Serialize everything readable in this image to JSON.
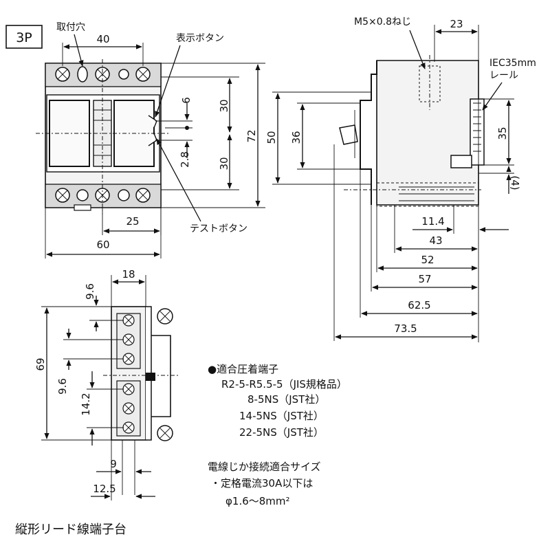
{
  "model_badge": "3P",
  "labels": {
    "mounting_hole": "取付穴",
    "indicator_button": "表示ボタン",
    "test_button": "テストボタン",
    "screw_spec": "M5×0.8ねじ",
    "rail_line1": "IEC35mm",
    "rail_line2": "レール",
    "terminal_title": "縦形リード線端子台"
  },
  "dims_front": {
    "d40": "40",
    "d6": "6",
    "d30a": "30",
    "d30b": "30",
    "d72": "72",
    "d28": "2.8",
    "d25": "25",
    "d60": "60",
    "d50": "50"
  },
  "dims_side": {
    "d23": "23",
    "d36": "36",
    "d35": "35",
    "d4": "(4)",
    "d114": "11.4",
    "d43": "43",
    "d52": "52",
    "d57": "57",
    "d625": "62.5",
    "d735": "73.5"
  },
  "dims_terminal": {
    "d18": "18",
    "d96a": "9.6",
    "d69": "69",
    "d96b": "9.6",
    "d142": "14.2",
    "d9": "9",
    "d125": "12.5"
  },
  "notes": {
    "terminals_heading": "●適合圧着端子",
    "terminals": [
      "R2-5-R5.5-5（JIS規格品）",
      "8-5NS（JST社）",
      "14-5NS（JST社）",
      "22-5NS（JST社）"
    ],
    "wire_heading": "電線じか接続適合サイズ",
    "wire_line1": "・定格電流30A以下は",
    "wire_line2": "φ1.6〜8mm²"
  }
}
